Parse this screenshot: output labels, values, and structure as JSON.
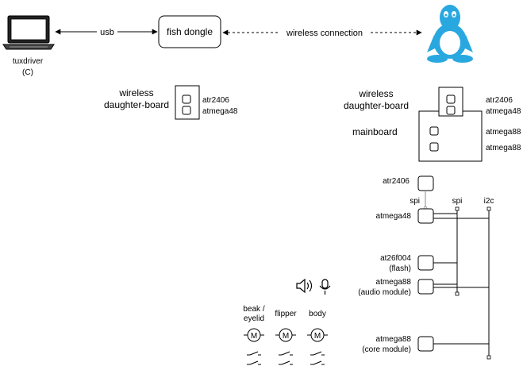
{
  "top": {
    "pc_label": "tuxdriver",
    "pc_sublabel": "(C)",
    "usb_label": "usb",
    "dongle_label": "fish dongle",
    "wireless_label": "wireless connection"
  },
  "dongle_board": {
    "title_line1": "wireless",
    "title_line2": "daughter-board",
    "chip1": "atr2406",
    "chip2": "atmega48"
  },
  "tux_board": {
    "title_line1": "wireless",
    "title_line2": "daughter-board",
    "chip1": "atr2406",
    "chip2": "atmega48",
    "mainboard_label": "mainboard",
    "main_chip1": "atmega88",
    "main_chip2": "atmega88"
  },
  "bus": {
    "spi_local": "spi",
    "spi_main": "spi",
    "i2c": "i2c",
    "atr": "atr2406",
    "atmega48": "atmega48",
    "flash_line1": "at26f004",
    "flash_line2": "(flash)",
    "audio_line1": "atmega88",
    "audio_line2": "(audio module)",
    "core_line1": "atmega88",
    "core_line2": "(core module)"
  },
  "motors": {
    "m1_line1": "beak /",
    "m1_line2": "eyelid",
    "m2": "flipper",
    "m3": "body",
    "symbol": "M"
  },
  "icons": [
    "laptop-icon",
    "linux-penguin-icon",
    "speaker-icon",
    "microphone-icon",
    "motor-icon",
    "switch-icon"
  ],
  "colors": {
    "penguin": "#29a8e0",
    "line": "#000000"
  }
}
